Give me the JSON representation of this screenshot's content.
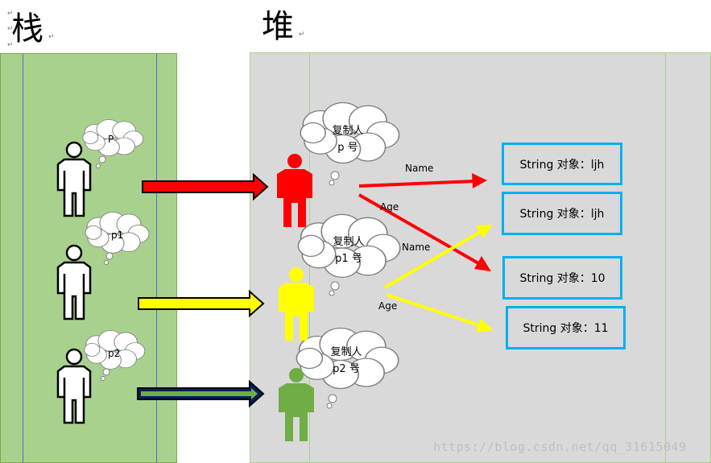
{
  "titles": {
    "stack": "栈",
    "heap": "堆"
  },
  "stack_labels": [
    "P",
    "p1",
    "p2"
  ],
  "heap_clouds": [
    {
      "line1": "复制人",
      "line2": "p 号"
    },
    {
      "line1": "复制人",
      "line2": "p1 号"
    },
    {
      "line1": "复制人",
      "line2": "p2 号"
    }
  ],
  "arrow_labels": {
    "p_name": "Name",
    "p_age": "Age",
    "p1_name": "Name",
    "p1_age": "Age"
  },
  "string_objects": [
    "String 对象：ljh",
    "String 对象：ljh",
    "String 对象：10",
    "String 对象：11"
  ],
  "colors": {
    "p": "#ff0000",
    "p1": "#ffff00",
    "p2_person": "#70ad47",
    "p2_arrow": "#002060",
    "stack_bg": "#a9d18e",
    "heap_bg": "#d9d9d9",
    "box_border": "#00b0f0"
  },
  "watermark": "https://blog.csdn.net/qq_31615049"
}
